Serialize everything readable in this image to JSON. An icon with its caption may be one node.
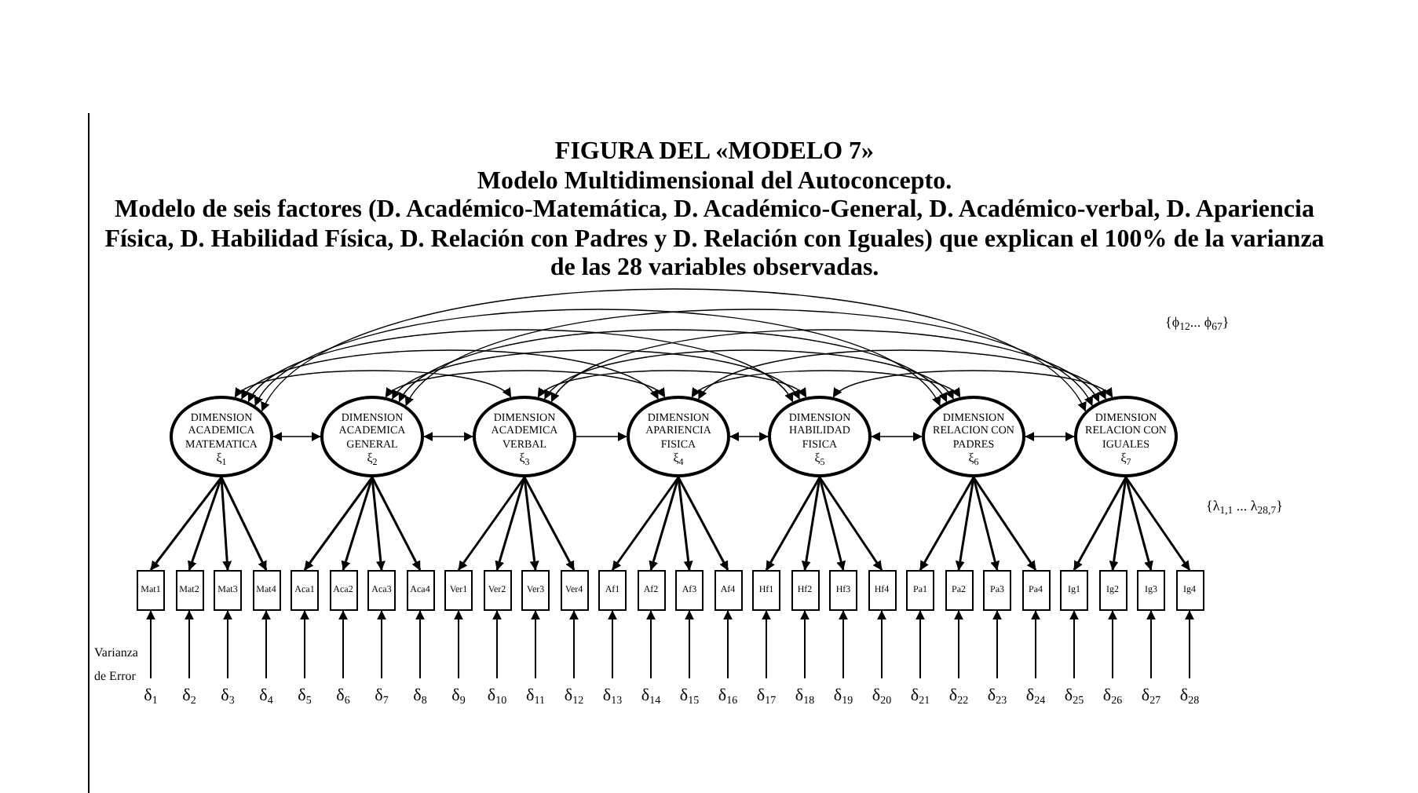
{
  "diagram": {
    "title": "FIGURA DEL «MODELO 7»",
    "nodes": [
      {
        "text": [
          "DIMENSION ACADEMICA MATEMATICA",
          "ξ$_{1}$"
        ]
      },
      {
        "text": [
          "DIMENSION ACADEMICA GENERAL",
          "ξ$_{2}$"
        ]
      },
      {
        "text": [
          "DIMENSION ACADEMICA VERBAL",
          "ξ$_{3}$"
        ]
      },
      {
        "text": [
          "DIMENSION APARIENCIA FISICA",
          "ξ$_{4}$"
        ]
      },
      {
        "text": [
          "DIMENSION HABILIDAD FISICA",
          "ξ$_{5}$"
        ]
      },
      {
        "text": [
          "DIMENSION RELACION CON PADRES",
          "ξ$_{6}$"
        ]
      },
      {
        "text": [
          "DIMENSION RELACION CON IGUALES",
          "ξ$_{7}$"
        ]
      },
      {
        "text": [
          "Mat1"
        ]
      },
      {
        "text": [
          "Mat2"
        ]
      },
      {
        "text": [
          "Mat3"
        ]
      },
      {
        "text": [
          "Mat4"
        ]
      },
      {
        "text": [
          "Aca1"
        ]
      },
      {
        "text": [
          "Aca2"
        ]
      },
      {
        "text": [
          "Aca3"
        ]
      },
      {
        "text": [
          "Aca4"
        ]
      },
      {
        "text": [
          "Ver1"
        ]
      },
      {
        "text": [
          "Ver2"
        ]
      },
      {
        "text": [
          "Ver3"
        ]
      },
      {
        "text": [
          "Ver4"
        ]
      },
      {
        "text": [
          "Af1"
        ]
      },
      {
        "text": [
          "Af2"
        ]
      },
      {
        "text": [
          "Af3"
        ]
      },
      {
        "text": [
          "Af4"
        ]
      },
      {
        "text": [
          "Hf1"
        ]
      },
      {
        "text": [
          "Hf2"
        ]
      },
      {
        "text": [
          "Hf3"
        ]
      },
      {
        "text": [
          "Hf4"
        ]
      },
      {
        "text": [
          "Pa1"
        ]
      },
      {
        "text": [
          "Pa2"
        ]
      },
      {
        "text": [
          "Pa3"
        ]
      },
      {
        "text": [
          "Pa4"
        ]
      },
      {
        "text": [
          "Ig1"
        ]
      },
      {
        "text": [
          "Ig2"
        ]
      },
      {
        "text": [
          "Ig3"
        ]
      },
      {
        "text": [
          "Ig4"
        ]
      },
      {
        "text": [
          "δ$_{1}$"
        ]
      },
      {
        "text": [
          "δ$_{2}$"
        ]
      },
      {
        "text": [
          "δ$_{3}$"
        ]
      },
      {
        "text": [
          "δ$_{4}$"
        ]
      },
      {
        "text": [
          "δ$_{5}$"
        ]
      },
      {
        "text": [
          "δ$_{6}$"
        ]
      },
      {
        "text": [
          "δ$_{7}$"
        ]
      },
      {
        "text": [
          "δ$_{8}$"
        ]
      },
      {
        "text": [
          "δ$_{9}$"
        ]
      },
      {
        "text": [
          "δ$_{10}$"
        ]
      },
      {
        "text": [
          "δ$_{11}$"
        ]
      },
      {
        "text": [
          "δ$_{12}$"
        ]
      },
      {
        "text": [
          "δ$_{13}$"
        ]
      },
      {
        "text": [
          "δ$_{14}$"
        ]
      },
      {
        "text": [
          "δ$_{15}$"
        ]
      },
      {
        "text": [
          "δ$_{16}$"
        ]
      },
      {
        "text": [
          "δ$_{17}$"
        ]
      },
      {
        "text": [
          "δ$_{18}$"
        ]
      },
      {
        "text": [
          "δ$_{19}$"
        ]
      },
      {
        "text": [
          "δ$_{20}$"
        ]
      },
      {
        "text": [
          "δ$_{21}$"
        ]
      },
      {
        "text": [
          "δ$_{22}$"
        ]
      },
      {
        "text": [
          "δ$_{23}$"
        ]
      },
      {
        "text": [
          "δ$_{24}$"
        ]
      },
      {
        "text": [
          "δ$_{25}$"
        ]
      },
      {
        "text": [
          "δ$_{26}$"
        ]
      },
      {
        "text": [
          "δ$_{27}$"
        ]
      },
      {
        "text": [
          "δ$_{28}$"
        ]
      }
    ],
    "edges": [
      {
        "from": 0,
        "to": 1,
        "arrow": "both"
      },
      {
        "from": 0,
        "to": 2,
        "arrow": "both"
      },
      {
        "from": 0,
        "to": 3,
        "arrow": "both"
      },
      {
        "from": 0,
        "to": 4,
        "arrow": "both"
      },
      {
        "from": 0,
        "to": 5,
        "arrow": "both"
      },
      {
        "from": 0,
        "to": 6,
        "arrow": "both"
      },
      {
        "from": 1,
        "to": 2,
        "arrow": "both"
      },
      {
        "from": 1,
        "to": 3,
        "arrow": "both"
      },
      {
        "from": 1,
        "to": 4,
        "arrow": "both"
      },
      {
        "from": 1,
        "to": 5,
        "arrow": "both"
      },
      {
        "from": 1,
        "to": 6,
        "arrow": "both"
      },
      {
        "from": 2,
        "to": 3,
        "arrow": "to"
      },
      {
        "from": 2,
        "to": 4,
        "arrow": "both"
      },
      {
        "from": 2,
        "to": 5,
        "arrow": "both"
      },
      {
        "from": 2,
        "to": 6,
        "arrow": "both"
      },
      {
        "from": 3,
        "to": 4,
        "arrow": "both"
      },
      {
        "from": 3,
        "to": 5,
        "arrow": "both"
      },
      {
        "from": 3,
        "to": 6,
        "arrow": "both"
      },
      {
        "from": 4,
        "to": 5,
        "arrow": "both"
      },
      {
        "from": 4,
        "to": 6,
        "arrow": "both"
      },
      {
        "from": 5,
        "to": 6,
        "arrow": "both"
      },
      {
        "from": 0,
        "to": 7,
        "arrow": "to"
      },
      {
        "from": 0,
        "to": 8,
        "arrow": "to"
      },
      {
        "from": 0,
        "to": 9,
        "arrow": "to"
      },
      {
        "from": 0,
        "to": 10,
        "arrow": "to"
      },
      {
        "from": 1,
        "to": 11,
        "arrow": "to"
      },
      {
        "from": 1,
        "to": 12,
        "arrow": "to"
      },
      {
        "from": 1,
        "to": 13,
        "arrow": "to"
      },
      {
        "from": 1,
        "to": 14,
        "arrow": "to"
      },
      {
        "from": 2,
        "to": 15,
        "arrow": "to"
      },
      {
        "from": 2,
        "to": 16,
        "arrow": "to"
      },
      {
        "from": 2,
        "to": 17,
        "arrow": "to"
      },
      {
        "from": 2,
        "to": 18,
        "arrow": "to"
      },
      {
        "from": 3,
        "to": 19,
        "arrow": "to"
      },
      {
        "from": 3,
        "to": 20,
        "arrow": "to"
      },
      {
        "from": 3,
        "to": 21,
        "arrow": "to"
      },
      {
        "from": 3,
        "to": 22,
        "arrow": "to"
      },
      {
        "from": 4,
        "to": 23,
        "arrow": "to"
      },
      {
        "from": 4,
        "to": 24,
        "arrow": "to"
      },
      {
        "from": 4,
        "to": 25,
        "arrow": "to"
      },
      {
        "from": 4,
        "to": 26,
        "arrow": "to"
      },
      {
        "from": 5,
        "to": 27,
        "arrow": "to"
      },
      {
        "from": 5,
        "to": 28,
        "arrow": "to"
      },
      {
        "from": 5,
        "to": 29,
        "arrow": "to"
      },
      {
        "from": 5,
        "to": 30,
        "arrow": "to"
      },
      {
        "from": 6,
        "to": 31,
        "arrow": "to"
      },
      {
        "from": 6,
        "to": 32,
        "arrow": "to"
      },
      {
        "from": 6,
        "to": 33,
        "arrow": "to"
      },
      {
        "from": 6,
        "to": 34,
        "arrow": "to"
      },
      {
        "from": 35,
        "to": 7,
        "arrow": "to"
      },
      {
        "from": 36,
        "to": 8,
        "arrow": "to"
      },
      {
        "from": 37,
        "to": 9,
        "arrow": "to"
      },
      {
        "from": 38,
        "to": 10,
        "arrow": "to"
      },
      {
        "from": 39,
        "to": 11,
        "arrow": "to"
      },
      {
        "from": 40,
        "to": 12,
        "arrow": "to"
      },
      {
        "from": 41,
        "to": 13,
        "arrow": "to"
      },
      {
        "from": 42,
        "to": 14,
        "arrow": "to"
      },
      {
        "from": 43,
        "to": 15,
        "arrow": "to"
      },
      {
        "from": 44,
        "to": 16,
        "arrow": "to"
      },
      {
        "from": 45,
        "to": 17,
        "arrow": "to"
      },
      {
        "from": 46,
        "to": 18,
        "arrow": "to"
      },
      {
        "from": 47,
        "to": 19,
        "arrow": "to"
      },
      {
        "from": 48,
        "to": 20,
        "arrow": "to"
      },
      {
        "from": 49,
        "to": 21,
        "arrow": "to"
      },
      {
        "from": 50,
        "to": 22,
        "arrow": "to"
      },
      {
        "from": 51,
        "to": 23,
        "arrow": "to"
      },
      {
        "from": 52,
        "to": 24,
        "arrow": "to"
      },
      {
        "from": 53,
        "to": 25,
        "arrow": "to"
      },
      {
        "from": 54,
        "to": 26,
        "arrow": "to"
      },
      {
        "from": 55,
        "to": 27,
        "arrow": "to"
      },
      {
        "from": 56,
        "to": 28,
        "arrow": "to"
      },
      {
        "from": 57,
        "to": 29,
        "arrow": "to"
      },
      {
        "from": 58,
        "to": 30,
        "arrow": "to"
      },
      {
        "from": 59,
        "to": 31,
        "arrow": "to"
      },
      {
        "from": 60,
        "to": 32,
        "arrow": "to"
      },
      {
        "from": 61,
        "to": 33,
        "arrow": "to"
      },
      {
        "from": 62,
        "to": 34,
        "arrow": "to"
      }
    ],
    "labels": [
      "Modelo Multidimensional del Autoconcepto.",
      "Modelo de seis factores (D. Académico-Matemática, D. Académico-General, D. Académico-verbal, D. Apariencia Física, D. Habilidad Física, D. Relación con Padres y D. Relación con Iguales) que explican el 100% de la varianza de las 28 variables observadas.",
      "{ϕ$_{12}$... ϕ$_{67}$}",
      "{λ$_{1,1}$ ... λ$_{28,7}$}",
      "Varianza de Error"
    ]
  }
}
